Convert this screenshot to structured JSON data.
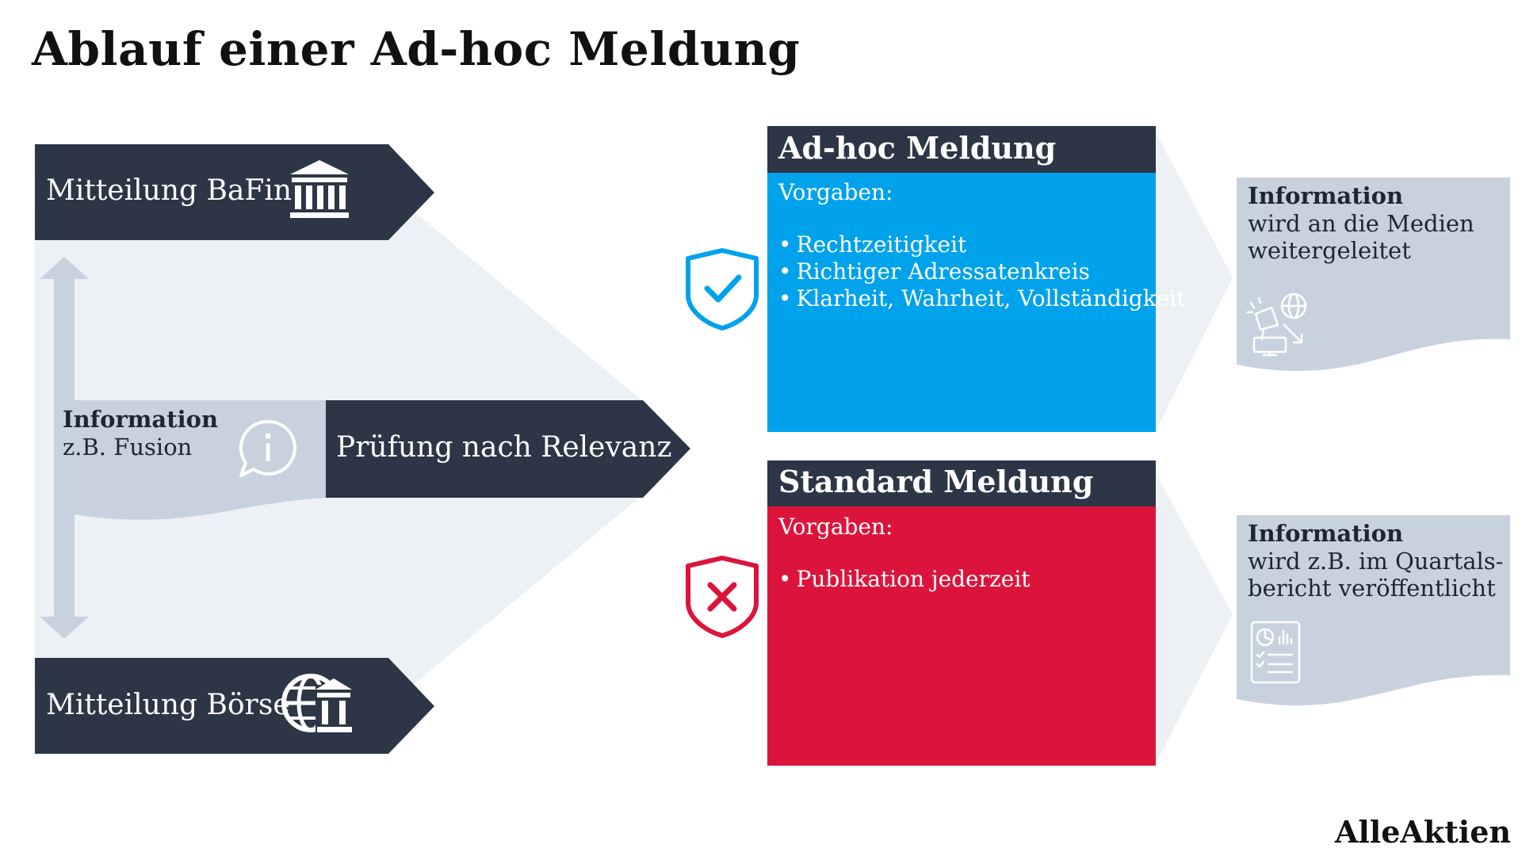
{
  "title": "Ablauf einer Ad-hoc Meldung",
  "sources": {
    "bafin_label": "Mitteilung BaFin",
    "boerse_label": "Mitteilung Börse"
  },
  "information": {
    "title": "Information",
    "example": "z.B. Fusion"
  },
  "check": {
    "label": "Prüfung nach Relevanz"
  },
  "adhoc": {
    "heading": "Ad-hoc Meldung",
    "vorgaben_label": "Vorgaben:",
    "items": [
      "Rechtzeitigkeit",
      "Richtiger Adressatenkreis",
      "Klarheit, Wahrheit, Vollständigkeit"
    ]
  },
  "standard": {
    "heading": "Standard Meldung",
    "vorgaben_label": "Vorgaben:",
    "items": [
      "Publikation jederzeit"
    ]
  },
  "outcome_media": {
    "title": "Information",
    "line1": "wird an die Medien",
    "line2": "weitergeleitet"
  },
  "outcome_report": {
    "title": "Information",
    "line1": "wird z.B. im Quartals-",
    "line2": "bericht veröffentlicht"
  },
  "brand": "AlleAktien",
  "colors": {
    "navy": "#2c3646",
    "light_bg": "#edf1f5",
    "light_gray": "#c8d2de",
    "blue": "#01a2ec",
    "red": "#dc143c"
  },
  "icons": {
    "bafin": "bank-building-icon",
    "boerse": "globe-exchange-icon",
    "info": "info-speech-bubble-icon",
    "check": "shield-check-icon",
    "reject": "shield-x-icon",
    "media": "media-broadcast-icon",
    "report": "report-document-icon"
  }
}
